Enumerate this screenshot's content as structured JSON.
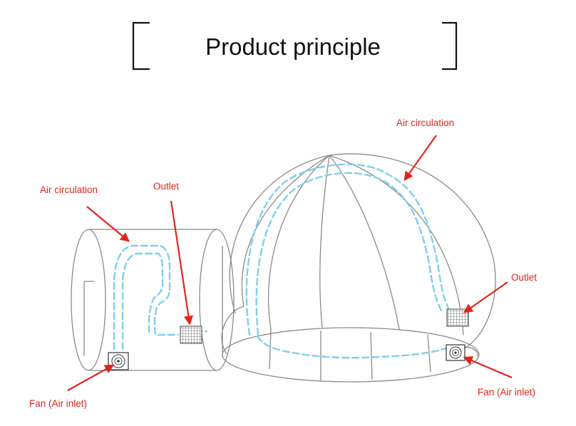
{
  "title": "Product principle",
  "labels": {
    "air_circulation_left": "Air circulation",
    "outlet_left": "Outlet",
    "fan_left": "Fan (Air inlet)",
    "air_circulation_right": "Air circulation",
    "outlet_right": "Outlet",
    "fan_right": "Fan (Air inlet)"
  },
  "colors": {
    "label": "#d9261c",
    "arrow": "#e3241b",
    "flow": "#7fd0ea",
    "outline": "#8a8a8a",
    "frame": "#111111"
  },
  "icons": {
    "outlet": "grille-icon",
    "fan": "fan-icon",
    "callout": "red-arrow"
  }
}
